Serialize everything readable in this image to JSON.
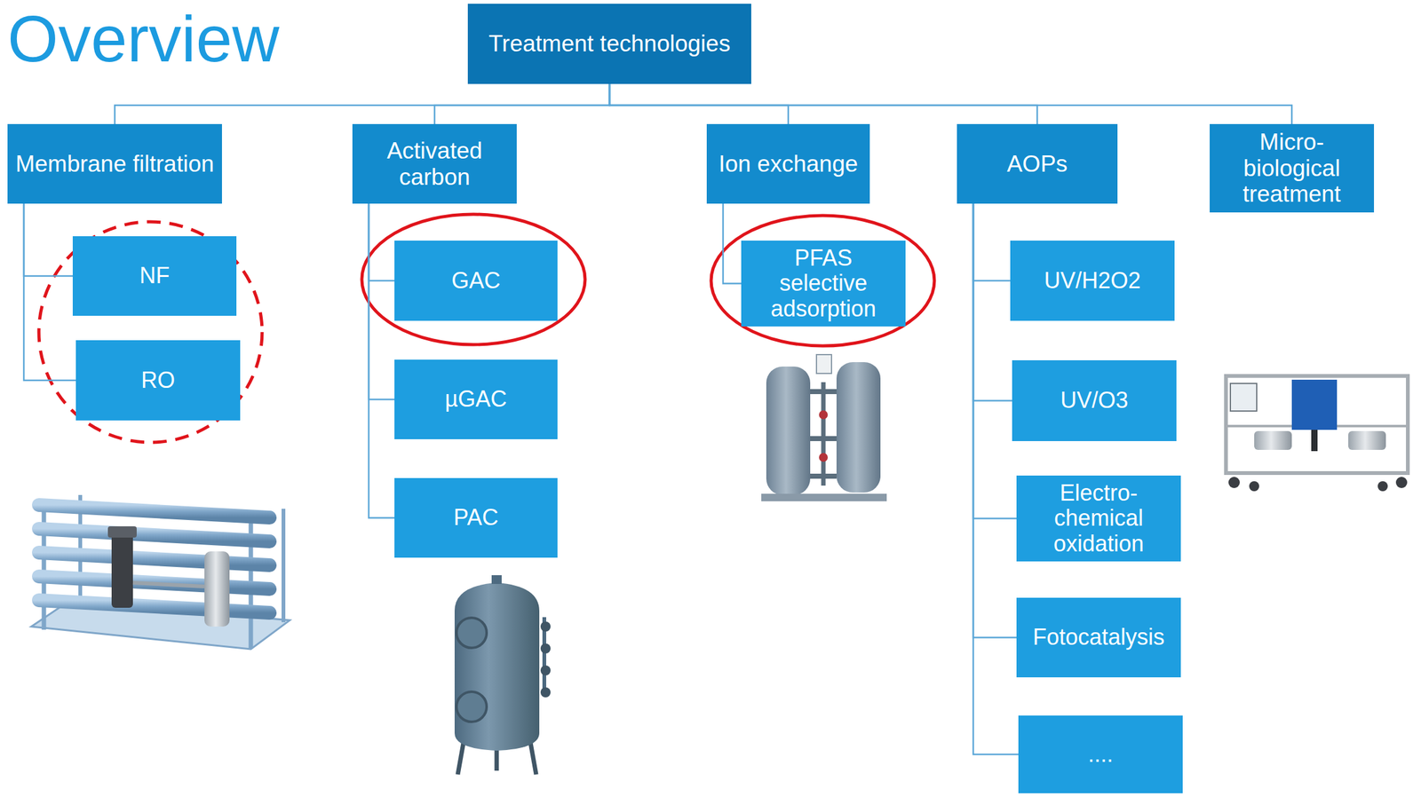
{
  "diagram": {
    "title": "Overview",
    "nodes": [
      {
        "text": [
          "Treatment technologies"
        ]
      },
      {
        "text": [
          "Membrane filtration"
        ]
      },
      {
        "text": [
          "Activated carbon"
        ]
      },
      {
        "text": [
          "Ion exchange"
        ]
      },
      {
        "text": [
          "AOPs"
        ]
      },
      {
        "text": [
          "Micro-biological treatment"
        ]
      },
      {
        "text": [
          "NF"
        ]
      },
      {
        "text": [
          "RO"
        ]
      },
      {
        "text": [
          "GAC"
        ]
      },
      {
        "text": [
          "µGAC"
        ]
      },
      {
        "text": [
          "PAC"
        ]
      },
      {
        "text": [
          "PFAS selective adsorption"
        ]
      },
      {
        "text": [
          "UV/H2O2"
        ]
      },
      {
        "text": [
          "UV/O3"
        ]
      },
      {
        "text": [
          "Electro-chemical oxidation"
        ]
      },
      {
        "text": [
          "Fotocatalysis"
        ]
      },
      {
        "text": [
          "...."
        ]
      }
    ],
    "edges": [
      {
        "from": 0,
        "to": 1,
        "arrow": "none"
      },
      {
        "from": 0,
        "to": 2,
        "arrow": "none"
      },
      {
        "from": 0,
        "to": 3,
        "arrow": "none"
      },
      {
        "from": 0,
        "to": 4,
        "arrow": "none"
      },
      {
        "from": 0,
        "to": 5,
        "arrow": "none"
      },
      {
        "from": 1,
        "to": 6,
        "arrow": "none"
      },
      {
        "from": 1,
        "to": 7,
        "arrow": "none"
      },
      {
        "from": 2,
        "to": 8,
        "arrow": "none"
      },
      {
        "from": 2,
        "to": 9,
        "arrow": "none"
      },
      {
        "from": 2,
        "to": 10,
        "arrow": "none"
      },
      {
        "from": 3,
        "to": 11,
        "arrow": "none"
      },
      {
        "from": 4,
        "to": 12,
        "arrow": "none"
      },
      {
        "from": 4,
        "to": 13,
        "arrow": "none"
      },
      {
        "from": 4,
        "to": 14,
        "arrow": "none"
      },
      {
        "from": 4,
        "to": 15,
        "arrow": "none"
      },
      {
        "from": 4,
        "to": 16,
        "arrow": "none"
      }
    ]
  }
}
